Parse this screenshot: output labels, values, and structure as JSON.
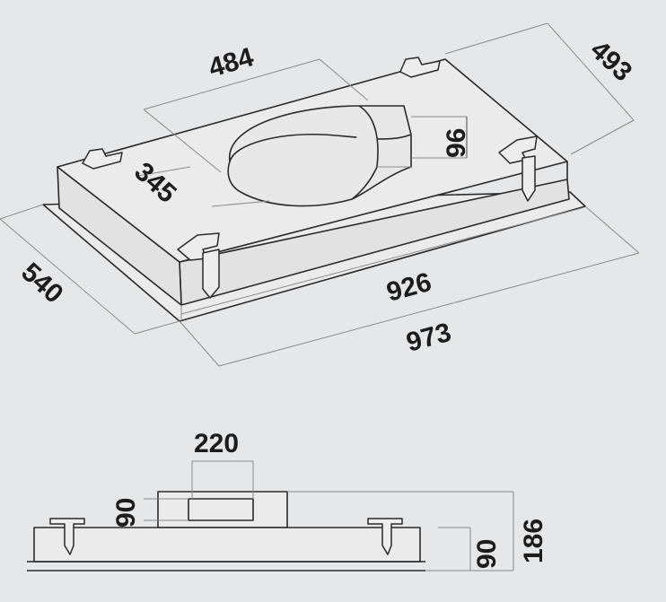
{
  "top_view": {
    "dims": {
      "duct_width": "484",
      "hood_depth": "493",
      "duct_height": "96",
      "duct_offset": "345",
      "outer_depth": "540",
      "body_width": "926",
      "outer_width": "973"
    }
  },
  "side_view": {
    "dims": {
      "duct_width": "220",
      "duct_height": "90",
      "body_height": "90",
      "total_height": "186"
    }
  }
}
